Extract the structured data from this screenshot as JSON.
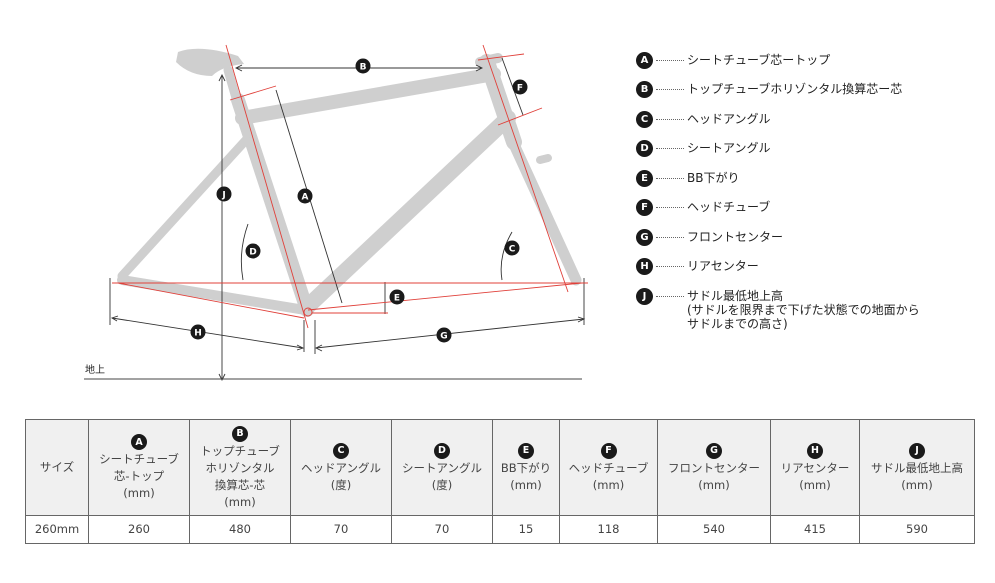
{
  "diagram": {
    "ground_label": "地上",
    "markers": [
      "A",
      "B",
      "C",
      "D",
      "E",
      "F",
      "G",
      "H",
      "J"
    ]
  },
  "legend": [
    {
      "key": "A",
      "text": "シートチューブ芯ートップ"
    },
    {
      "key": "B",
      "text": "トップチューブホリゾンタル換算芯ー芯"
    },
    {
      "key": "C",
      "text": "ヘッドアングル"
    },
    {
      "key": "D",
      "text": "シートアングル"
    },
    {
      "key": "E",
      "text": "BB下がり"
    },
    {
      "key": "F",
      "text": "ヘッドチューブ"
    },
    {
      "key": "G",
      "text": "フロントセンター"
    },
    {
      "key": "H",
      "text": "リアセンター"
    },
    {
      "key": "J",
      "text": "サドル最低地上高\n(サドルを限界まで下げた状態での地面から\nサドルまでの高さ)"
    }
  ],
  "table": {
    "size_header": "サイズ",
    "columns": [
      {
        "key": "A",
        "label": "シートチューブ\n芯-トップ\n(mm)"
      },
      {
        "key": "B",
        "label": "トップチューブ\nホリゾンタル\n換算芯-芯\n(mm)"
      },
      {
        "key": "C",
        "label": "ヘッドアングル\n(度)"
      },
      {
        "key": "D",
        "label": "シートアングル\n(度)"
      },
      {
        "key": "E",
        "label": "BB下がり\n(mm)"
      },
      {
        "key": "F",
        "label": "ヘッドチューブ\n(mm)"
      },
      {
        "key": "G",
        "label": "フロントセンター\n(mm)"
      },
      {
        "key": "H",
        "label": "リアセンター\n(mm)"
      },
      {
        "key": "J",
        "label": "サドル最低地上高\n(mm)"
      }
    ],
    "rows": [
      {
        "size": "260mm",
        "values": [
          "260",
          "480",
          "70",
          "70",
          "15",
          "118",
          "540",
          "415",
          "590"
        ]
      }
    ]
  }
}
